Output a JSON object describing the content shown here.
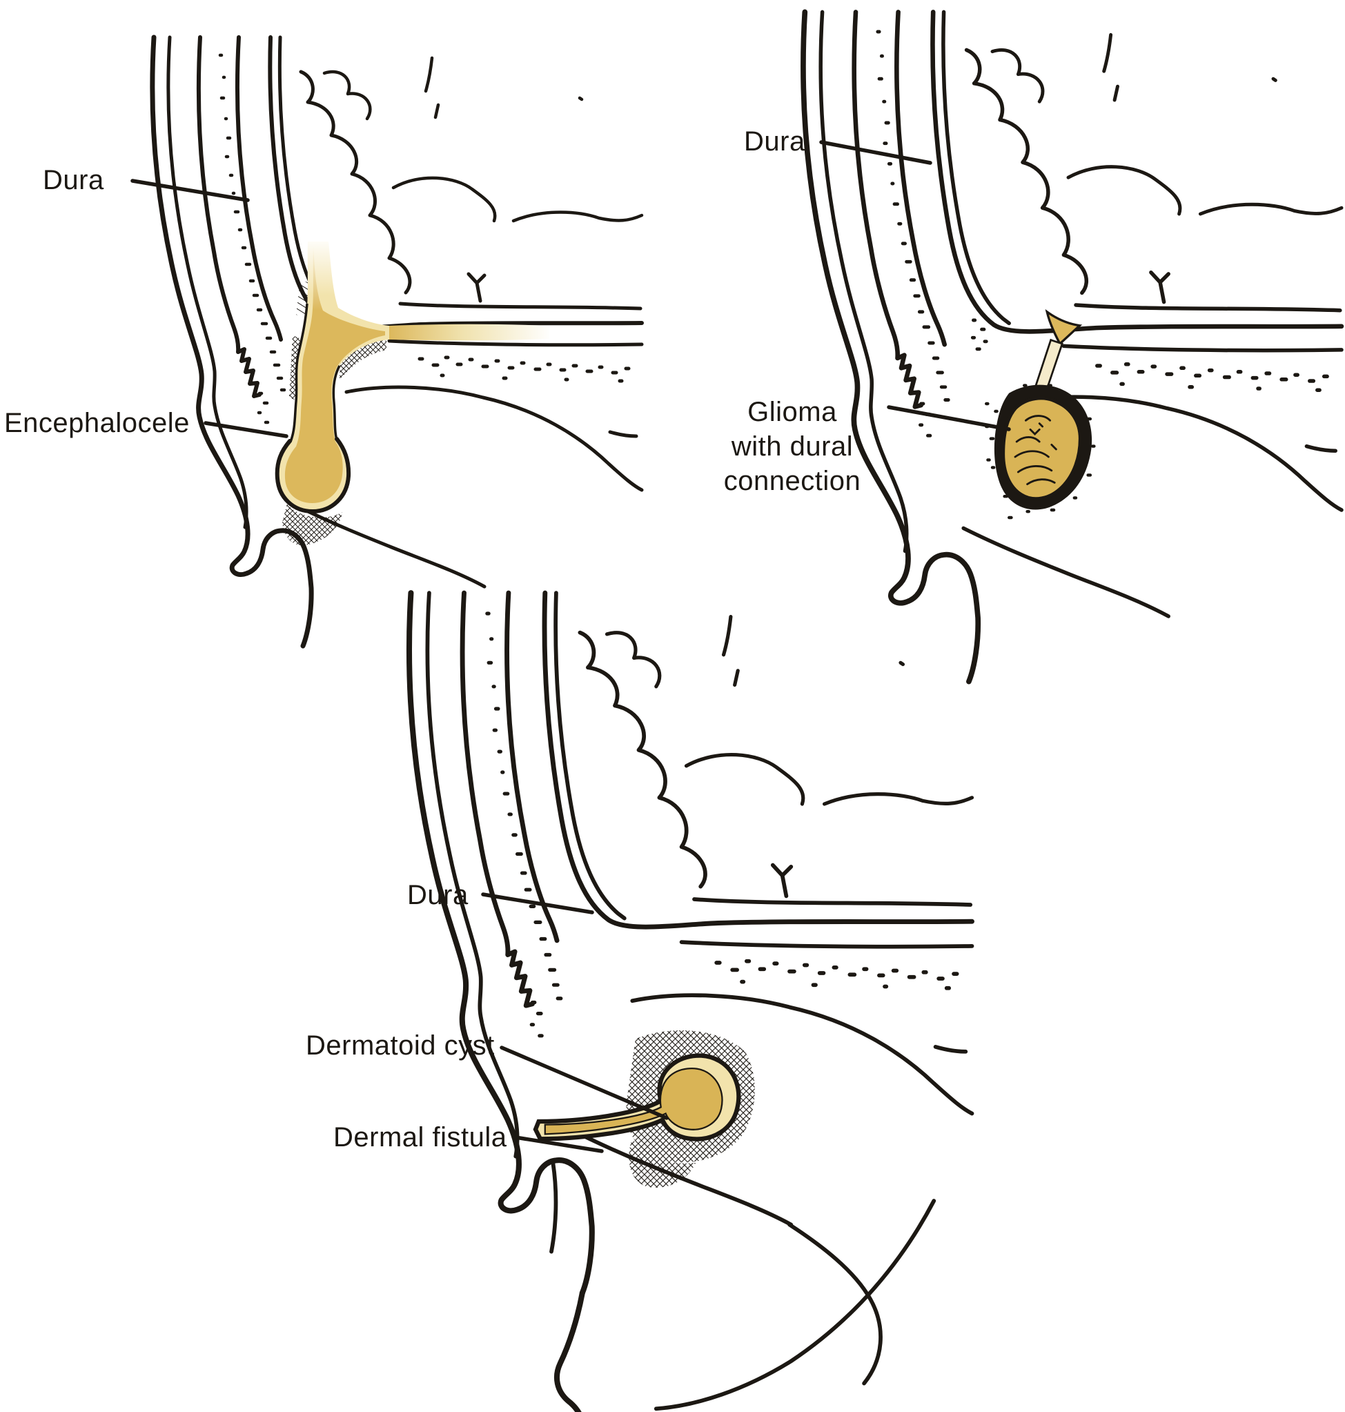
{
  "figure": {
    "description_type": "anatomical-diagram",
    "panels": {
      "encephalocele": {
        "dura_label": "Dura",
        "lesion_label": "Encephalocele"
      },
      "glioma": {
        "dura_label": "Dura",
        "lesion_label_line1": "Glioma",
        "lesion_label_line2": "with dural",
        "lesion_label_line3": "connection"
      },
      "dermoid": {
        "dura_label": "Dura",
        "cyst_label": "Dermatoid cyst",
        "fistula_label": "Dermal fistula"
      }
    },
    "colors": {
      "lesion_gold": "#DCB85C",
      "lesion_cream": "#F2E3AC",
      "ink": "#1C1813",
      "background": "#FFFFFF"
    }
  }
}
